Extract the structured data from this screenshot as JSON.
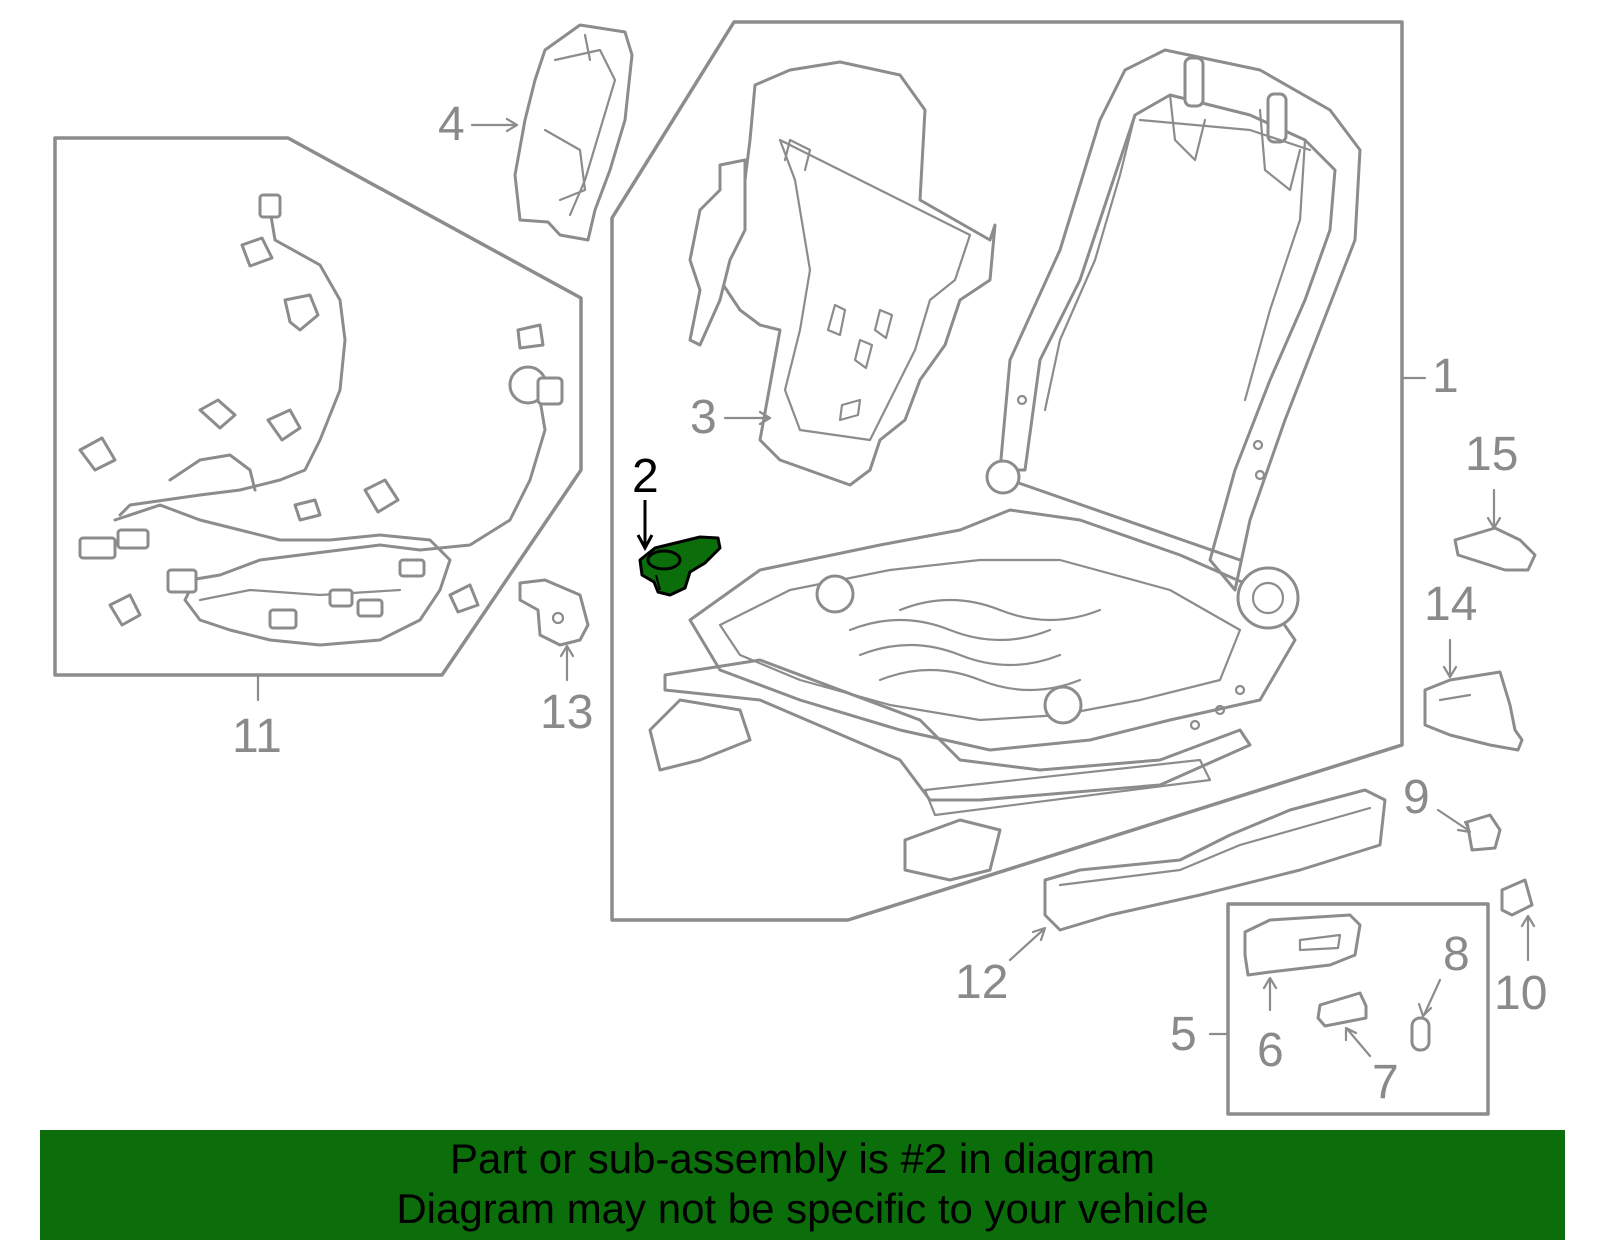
{
  "callouts": {
    "c1": "1",
    "c2": "2",
    "c3": "3",
    "c4": "4",
    "c5": "5",
    "c6": "6",
    "c7": "7",
    "c8": "8",
    "c9": "9",
    "c10": "10",
    "c11": "11",
    "c12": "12",
    "c13": "13",
    "c14": "14",
    "c15": "15"
  },
  "highlight": {
    "part_number": "2",
    "color": "#0b6e0b"
  },
  "banner": {
    "line1": "Part or sub-assembly is #2 in diagram",
    "line2": "Diagram may not be specific to your vehicle",
    "background": "#0b6e0b"
  }
}
